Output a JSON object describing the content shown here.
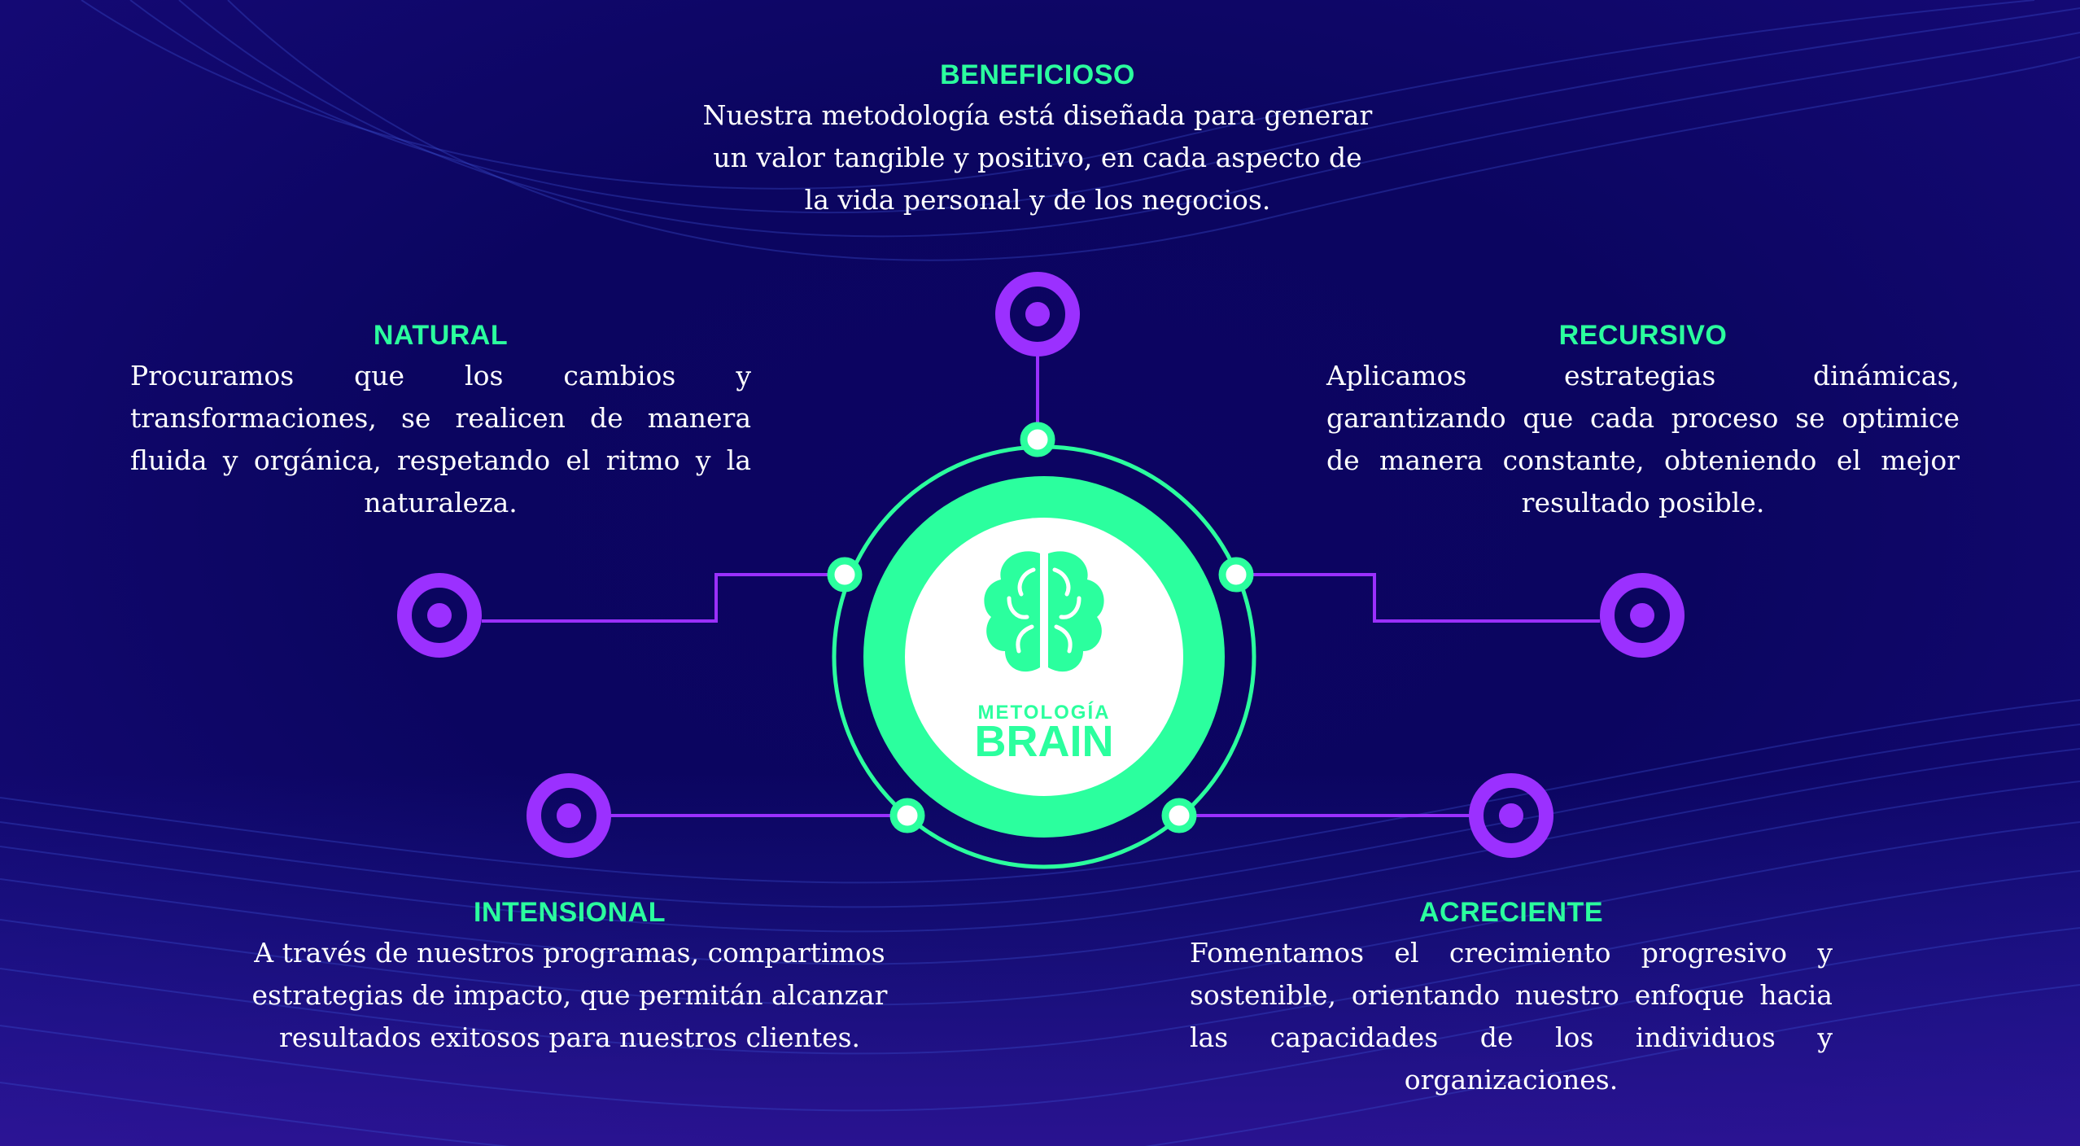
{
  "colors": {
    "accent_green": "#2bff9e",
    "accent_purple": "#9b30ff",
    "background": "#0b0560"
  },
  "logo": {
    "line1": "METOLOGÍA",
    "line2": "BRAIN",
    "icon": "brain-icon"
  },
  "beneficioso": {
    "title": "BENEFICIOSO",
    "lines": [
      "Nuestra metodología está diseñada para generar",
      "un valor tangible y positivo, en cada aspecto de",
      "la vida personal y de los negocios."
    ]
  },
  "natural": {
    "title": "NATURAL",
    "lines": [
      "Procuramos que los cambios y",
      "transformaciones, se realicen de manera",
      "fluida y orgánica, respetando el ritmo y la",
      "naturaleza."
    ]
  },
  "recursivo": {
    "title": "RECURSIVO",
    "lines": [
      "Aplicamos estrategias dinámicas,",
      "garantizando que cada proceso se optimice",
      "de manera constante, obteniendo el mejor",
      "resultado posible."
    ]
  },
  "intensional": {
    "title": "INTENSIONAL",
    "lines": [
      "A través de nuestros programas, compartimos",
      "estrategias de impacto, que permitán alcanzar",
      "resultados exitosos para nuestros clientes."
    ]
  },
  "acreciente": {
    "title": "ACRECIENTE",
    "lines": [
      "Fomentamos el crecimiento progresivo y",
      "sostenible, orientando nuestro enfoque hacia",
      "las capacidades de los individuos y",
      "organizaciones."
    ]
  }
}
